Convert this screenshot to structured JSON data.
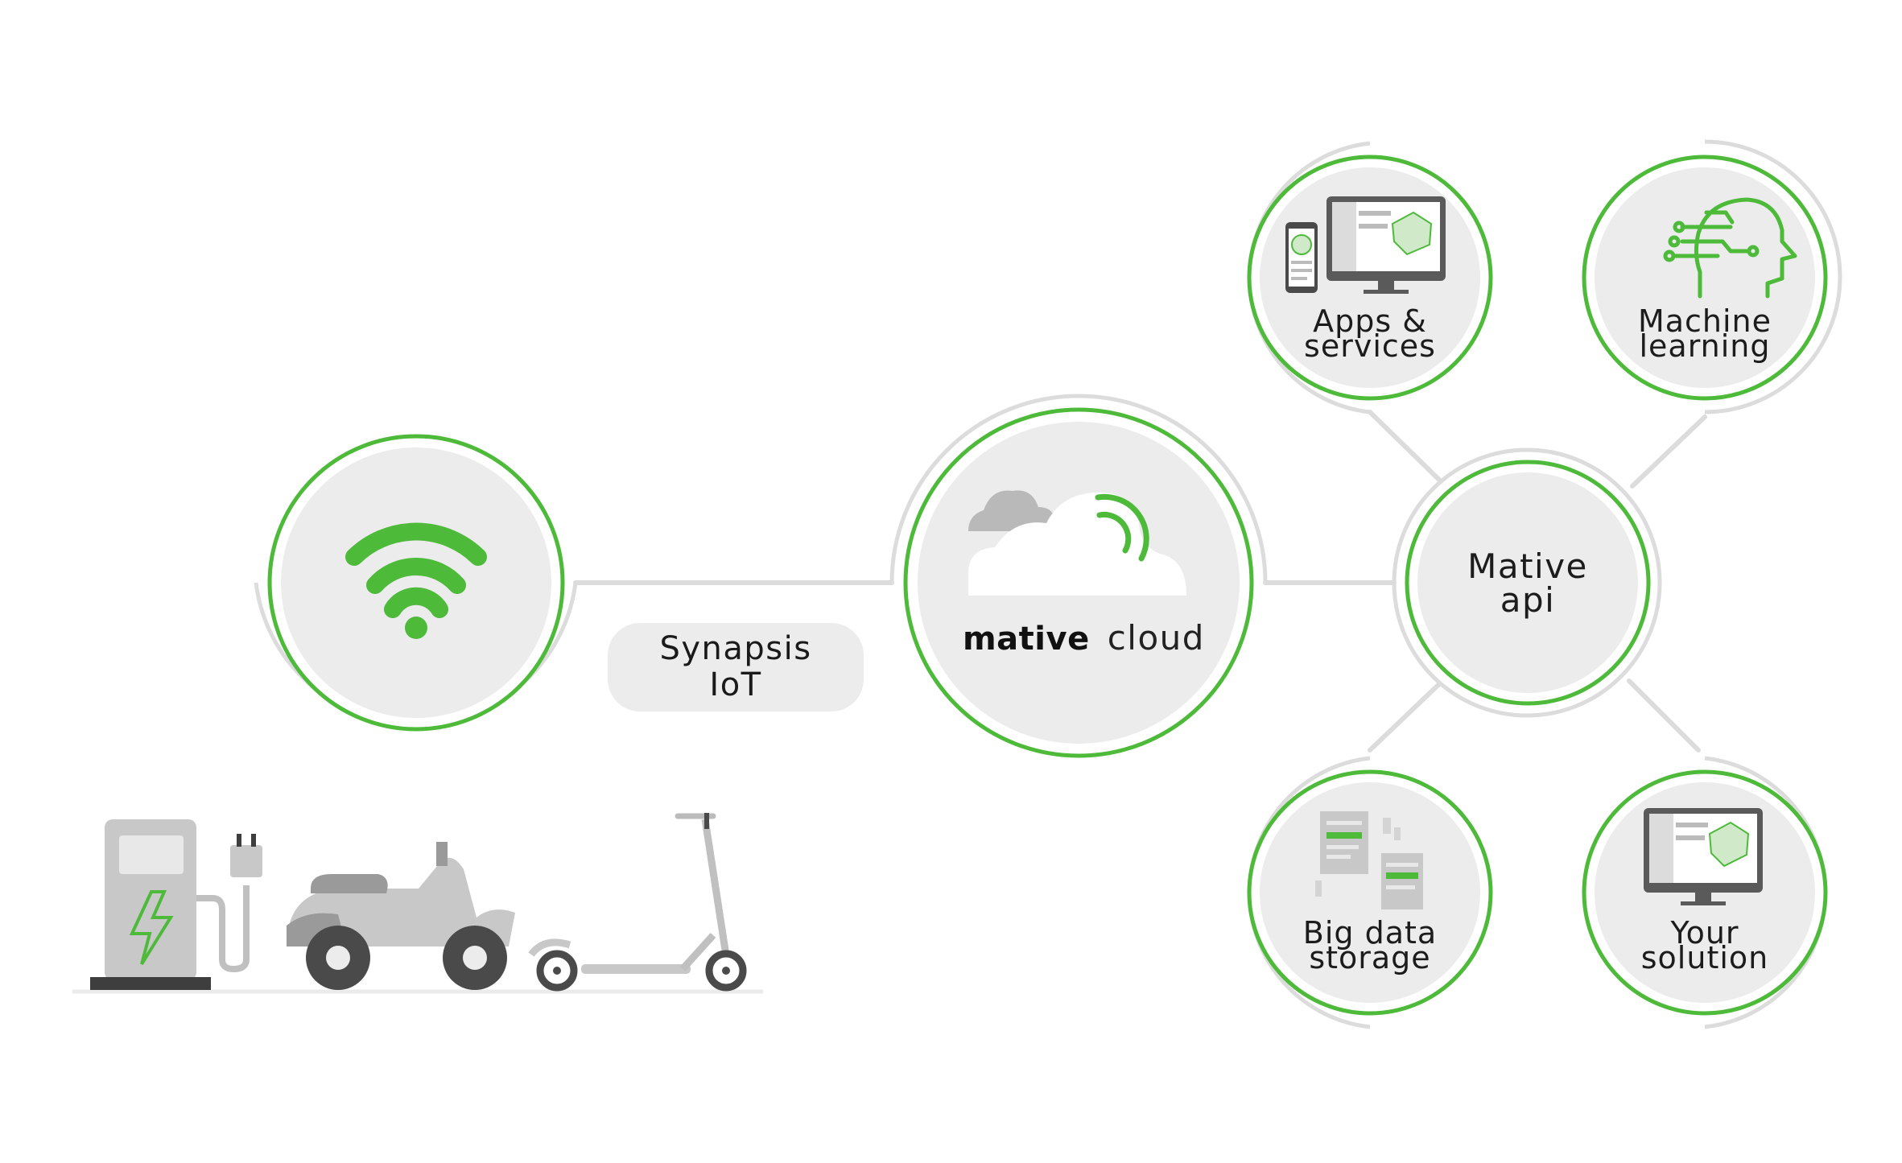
{
  "gateway": {
    "pill_line1": "Synapsis",
    "pill_line2": "IoT"
  },
  "cloud": {
    "brand_bold": "mative",
    "brand_light": "cloud"
  },
  "api": {
    "line1": "Mative",
    "line2": "api"
  },
  "services": [
    {
      "line1": "Apps &",
      "line2": "services"
    },
    {
      "line1": "Machine",
      "line2": "learning"
    },
    {
      "line1": "Big data",
      "line2": "storage"
    },
    {
      "line1": "Your",
      "line2": "solution"
    }
  ],
  "colors": {
    "accent_green": "#4dba3a",
    "ring_gray": "#d9d9d9",
    "fill_gray": "#ececec",
    "icon_gray": "#b9b9b9",
    "icon_dark": "#4a4a4a"
  },
  "icons": [
    "wifi-icon",
    "cloud-signal-icon",
    "desktop-map-icon",
    "smartphone-icon",
    "ai-head-icon",
    "documents-icon",
    "charging-station-icon",
    "scooter-icon",
    "kick-scooter-icon"
  ]
}
